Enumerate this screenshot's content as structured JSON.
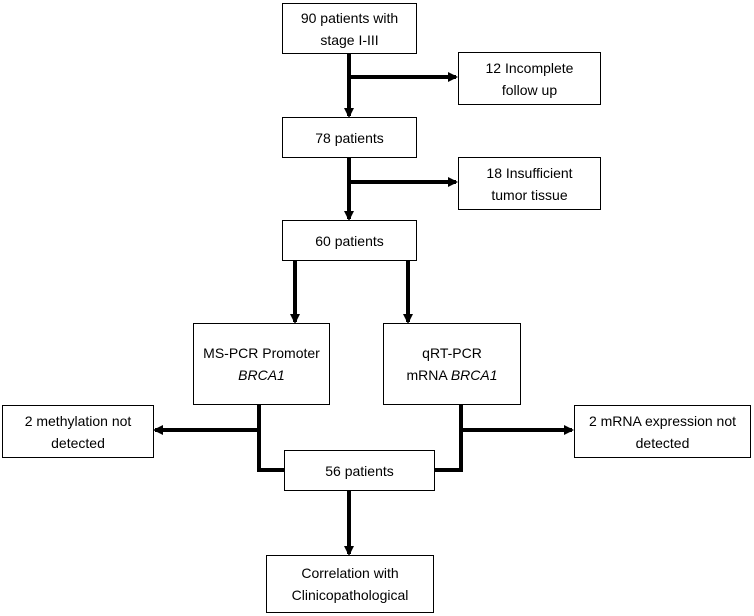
{
  "diagram": {
    "boxes": {
      "start": {
        "line1": "90 patients with",
        "line2": "stage I-III"
      },
      "excluded1": {
        "line1": "12 Incomplete",
        "line2": "follow up"
      },
      "after1": {
        "line1": "78 patients"
      },
      "excluded2": {
        "line1": "18 Insufficient",
        "line2": "tumor tissue"
      },
      "after2": {
        "line1": "60 patients"
      },
      "mspcr": {
        "line1": "MS-PCR Promoter",
        "line2": "BRCA1"
      },
      "qrtpcr": {
        "line1": "qRT-PCR",
        "line2_prefix": "mRNA ",
        "line2_italic": "BRCA1"
      },
      "methyl_not": {
        "line1": "2 methylation not",
        "line2": "detected"
      },
      "mrna_not": {
        "line1": "2 mRNA expression not",
        "line2": "detected"
      },
      "final": {
        "line1": "56 patients"
      },
      "correlation": {
        "line1": "Correlation with",
        "line2": "Clinicopathological"
      }
    },
    "line_color": "#000000"
  }
}
